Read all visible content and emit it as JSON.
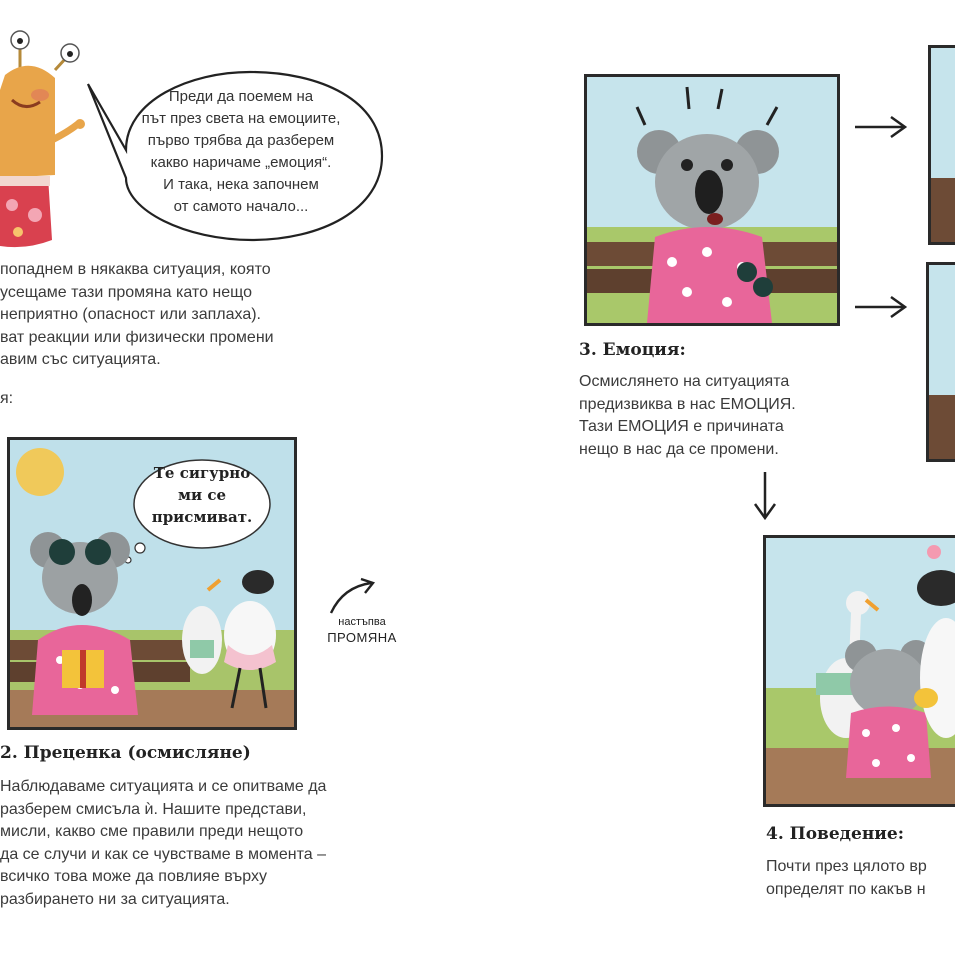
{
  "speech_bubble": {
    "lines": [
      "Преди да поемем на",
      "път през света на емоциите,",
      "първо трябва да разберем",
      "какво наричаме „емоция“.",
      "И така, нека започнем",
      "от самото начало..."
    ]
  },
  "intro": {
    "lines": [
      "попаднем в някаква ситуация, която",
      "усещаме тази промяна като нещо",
      "неприятно (опасност или заплаха).",
      "ват реакции или физически промени",
      "авим със ситуацията."
    ],
    "fragment": "я:"
  },
  "panel_appraisal": {
    "thought_lines": [
      "Те сигурно",
      "ми се",
      "присмиват."
    ]
  },
  "change_note": {
    "line1": "настъпва",
    "line2": "ПРОМЯНА"
  },
  "section_2": {
    "heading": "2. Преценка (осмисляне)",
    "lines": [
      "Наблюдаваме ситуацията и се опитваме да",
      "разберем смисъла ѝ. Нашите представи,",
      "мисли, какво сме правили преди нещото",
      "да се случи и как се чувстваме в момента –",
      "всичко това може да повлияе върху",
      "разбирането ни за ситуацията."
    ]
  },
  "section_3": {
    "heading": "3. Емоция:",
    "lines": [
      "Осмислянето на ситуацията",
      "предизвиква в нас ЕМОЦИЯ.",
      "Тази ЕМОЦИЯ е причината",
      "нещо в нас да се промени."
    ]
  },
  "section_4": {
    "heading": "4. Поведение:",
    "lines": [
      "Почти през цялото вр",
      "определят по какъв н"
    ]
  }
}
